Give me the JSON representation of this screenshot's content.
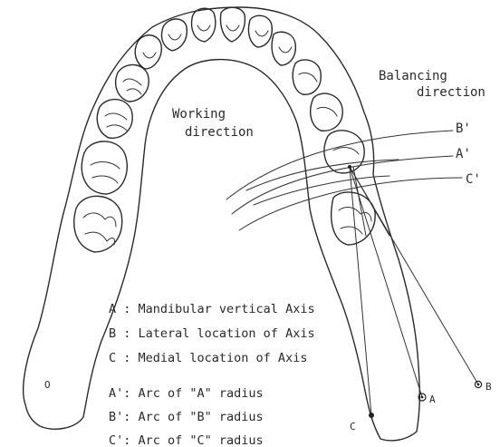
{
  "labels": {
    "working": [
      "Working",
      "direction"
    ],
    "balancing": [
      "Balancing",
      "direction"
    ],
    "arc_b_prime": "B'",
    "arc_a_prime": "A'",
    "arc_c_prime": "C'",
    "point_a": "A",
    "point_b": "B",
    "point_c": "C",
    "left_condyle": "O"
  },
  "legend": [
    "A : Mandibular vertical Axis",
    "B : Lateral location of Axis",
    "C : Medial location of Axis",
    "A': Arc of \"A\" radius",
    "B': Arc of \"B\" radius",
    "C': Arc of \"C\" radius"
  ]
}
